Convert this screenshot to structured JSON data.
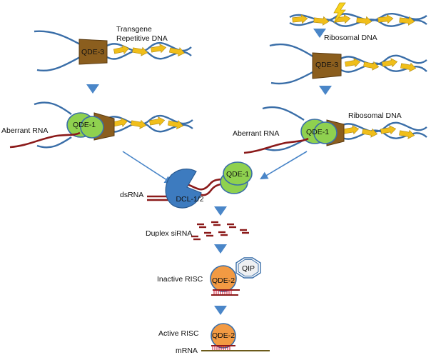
{
  "labels": {
    "transgene_line1": "Transgene",
    "transgene_line2": "Repetitive DNA",
    "ribosomal_dna_top": "Ribosomal DNA",
    "ribosomal_dna_mid": "Ribosomal DNA",
    "aberrant_rna_left": "Aberrant RNA",
    "aberrant_rna_right": "Aberrant RNA",
    "dsrna": "dsRNA",
    "duplex_sirna": "Duplex siRNA",
    "inactive_risc": "Inactive RISC",
    "active_risc": "Active RISC",
    "mrna": "mRNA"
  },
  "proteins": {
    "qde3": "QDE-3",
    "qde1": "QDE-1",
    "dcl": "DCL-1/2",
    "qde2": "QDE-2",
    "qip": "QIP"
  },
  "colors": {
    "dna_strand": "#3a6ea8",
    "repeat_arrow": "#f0be1a",
    "qde3": "#8b5e1e",
    "qde1": "#8fd14f",
    "dcl": "#3d7bbf",
    "qde2": "#f29a43",
    "rna": "#8b1a1a",
    "flow_arrow": "#4a86c8",
    "mrna": "#6b5a1a"
  },
  "icons": {
    "lightning": "lightning-bolt-icon"
  }
}
